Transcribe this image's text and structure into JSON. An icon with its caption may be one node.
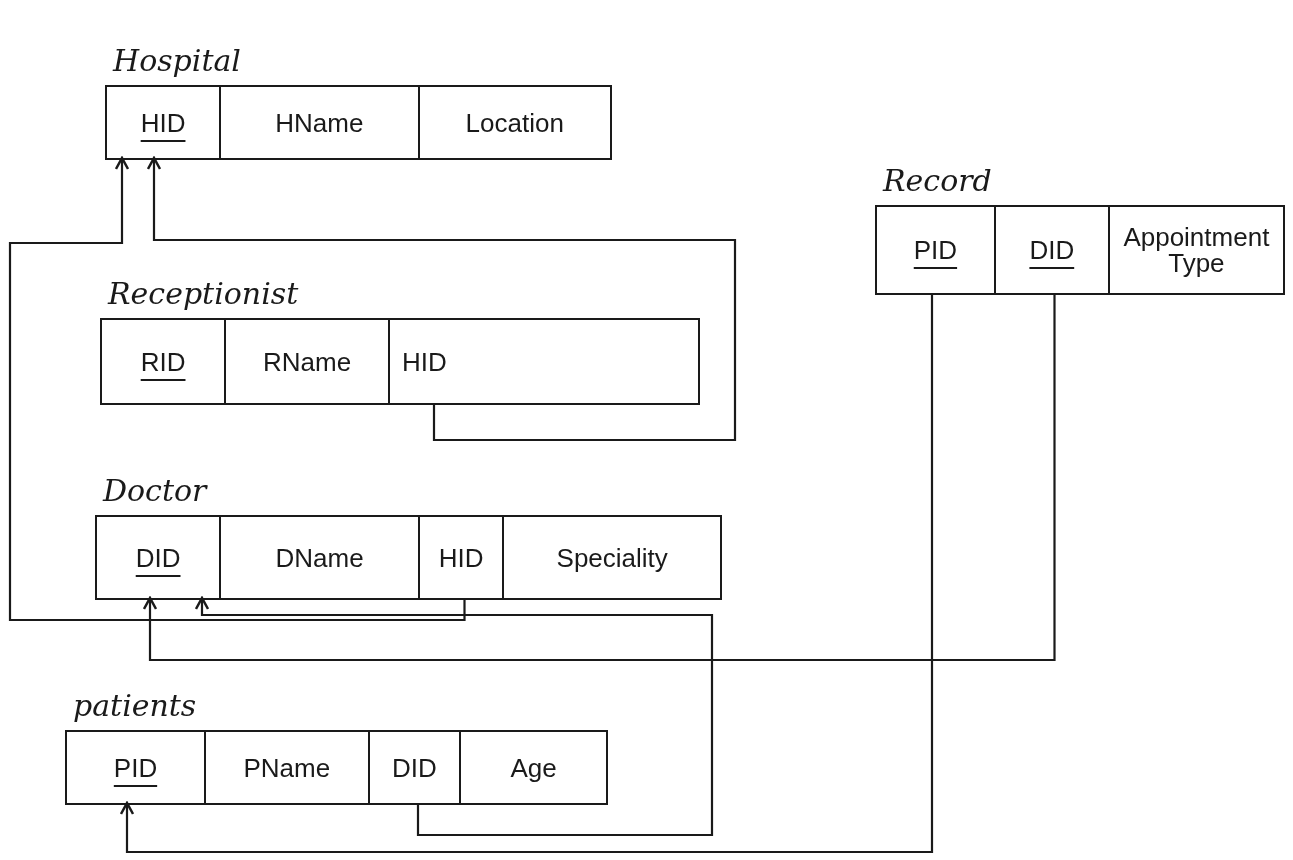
{
  "diagram": {
    "nodes": [
      {
        "text": [
          "Hospital"
        ]
      },
      {
        "text": [
          "HID"
        ],
        "in": 0
      },
      {
        "text": [
          "HName"
        ],
        "in": 0
      },
      {
        "text": [
          "Location"
        ],
        "in": 0
      },
      {
        "text": [
          "Record"
        ]
      },
      {
        "text": [
          "PID"
        ],
        "in": 4
      },
      {
        "text": [
          "DID"
        ],
        "in": 4
      },
      {
        "text": [
          "Appointment Type"
        ],
        "in": 4
      },
      {
        "text": [
          "Receptionist"
        ]
      },
      {
        "text": [
          "RID"
        ],
        "in": 8
      },
      {
        "text": [
          "RName"
        ],
        "in": 8
      },
      {
        "text": [
          "HID"
        ],
        "in": 8
      },
      {
        "text": [
          "Doctor"
        ]
      },
      {
        "text": [
          "DID"
        ],
        "in": 12
      },
      {
        "text": [
          "DName"
        ],
        "in": 12
      },
      {
        "text": [
          "HID"
        ],
        "in": 12
      },
      {
        "text": [
          "Speciality"
        ],
        "in": 12
      },
      {
        "text": [
          "patients"
        ]
      },
      {
        "text": [
          "PID"
        ],
        "in": 17
      },
      {
        "text": [
          "PName"
        ],
        "in": 17
      },
      {
        "text": [
          "DID"
        ],
        "in": 17
      },
      {
        "text": [
          "Age"
        ],
        "in": 17
      }
    ],
    "edges": [
      {
        "from": 11,
        "to": 1,
        "arrow": "to"
      },
      {
        "from": 15,
        "to": 1,
        "arrow": "to"
      },
      {
        "from": 20,
        "to": 13,
        "arrow": "to"
      },
      {
        "from": 6,
        "to": 13,
        "arrow": "to"
      },
      {
        "from": 5,
        "to": 18,
        "arrow": "to"
      }
    ]
  }
}
